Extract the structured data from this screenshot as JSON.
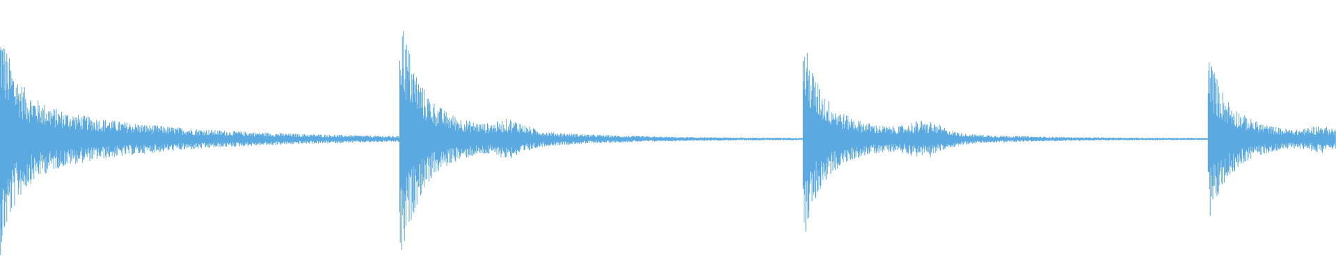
{
  "waveform": {
    "color": "#5aa9e1",
    "background": "#ffffff",
    "transients": [
      {
        "time": 0.0,
        "peak": 0.55,
        "body": 0.3,
        "decay": 0.1
      },
      {
        "time": 0.301,
        "peak": 0.62,
        "body": 0.25,
        "decay": 0.06
      },
      {
        "time": 0.603,
        "peak": 0.45,
        "body": 0.22,
        "decay": 0.06
      },
      {
        "time": 0.906,
        "peak": 0.38,
        "body": 0.2,
        "decay": 0.05
      }
    ],
    "swells": [
      {
        "time": 0.383,
        "amp": 0.07,
        "width": 0.02
      },
      {
        "time": 0.693,
        "amp": 0.08,
        "width": 0.025
      },
      {
        "time": 0.99,
        "amp": 0.06,
        "width": 0.02
      }
    ],
    "noise_floor": 0.006
  }
}
